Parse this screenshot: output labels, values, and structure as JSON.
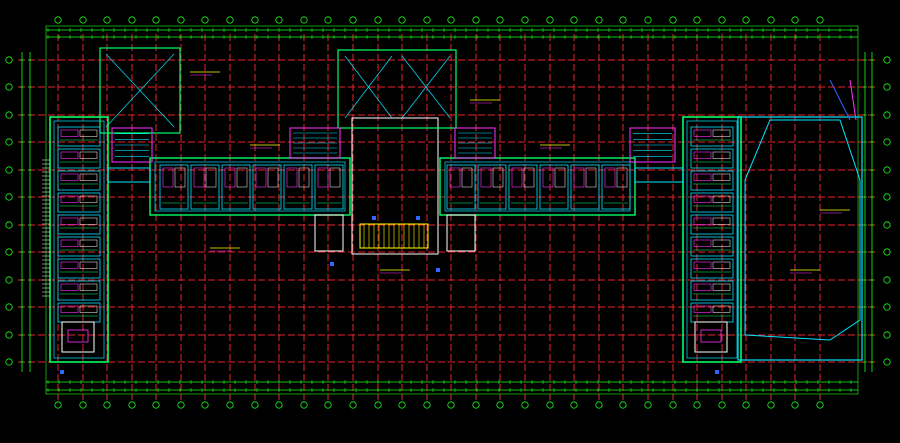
{
  "drawing": {
    "type": "architectural-floor-plan",
    "background": "#000000",
    "colors": {
      "grid": "#e3242b",
      "walls": "#00ff66",
      "dimensions": "#19ff19",
      "furniture": "#00e5ff",
      "doors": "#ff33ff",
      "annotations": "#ffff00",
      "white": "#ffffff",
      "blue": "#3366ff"
    },
    "column_grid": {
      "vertical_line_count": 32,
      "horizontal_line_count": 12
    },
    "wings": [
      "west-wing",
      "west-corridor",
      "center-core",
      "east-corridor",
      "east-wing"
    ],
    "stair_count": 4,
    "toilet_unit_count": 12
  }
}
